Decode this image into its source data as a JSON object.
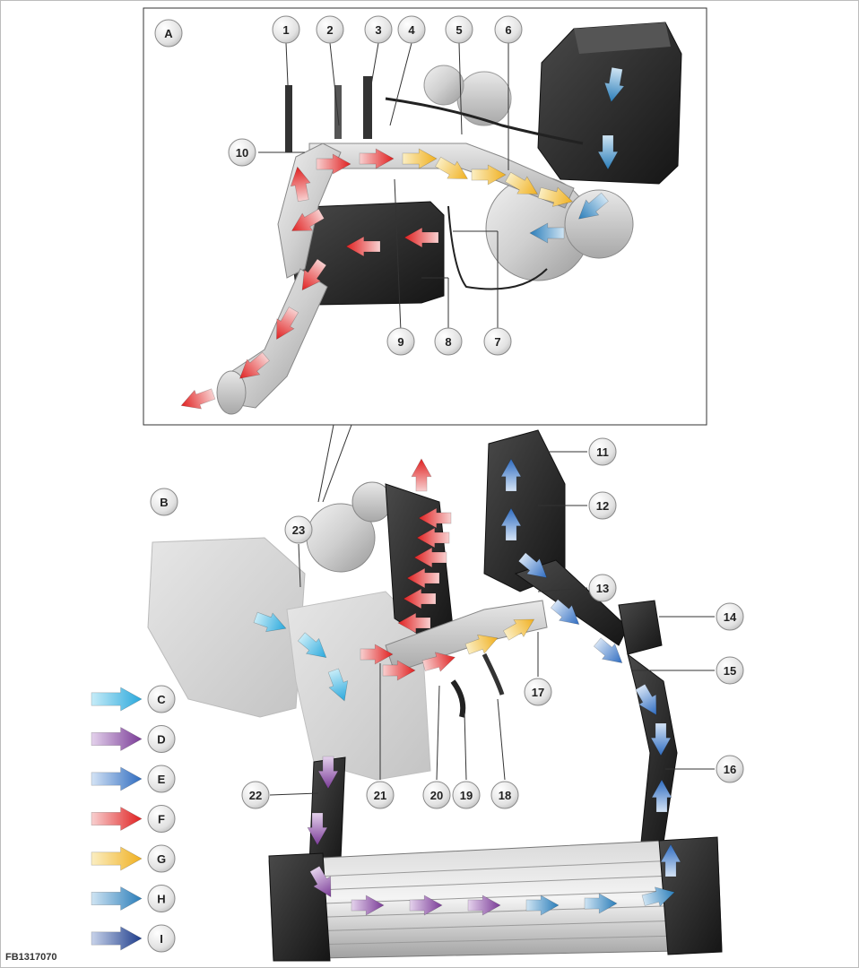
{
  "figure_code": "FB1317070",
  "views": [
    {
      "id": "view-a",
      "label": "A"
    },
    {
      "id": "view-b",
      "label": "B"
    }
  ],
  "callouts": [
    "1",
    "2",
    "3",
    "4",
    "5",
    "6",
    "7",
    "8",
    "9",
    "10",
    "11",
    "12",
    "13",
    "14",
    "15",
    "16",
    "17",
    "18",
    "19",
    "20",
    "21",
    "22",
    "23"
  ],
  "legend": [
    {
      "label": "C",
      "colors": [
        "#c6ecf8",
        "#2aa8dc"
      ]
    },
    {
      "label": "D",
      "colors": [
        "#e4d2ec",
        "#7a3b97"
      ]
    },
    {
      "label": "E",
      "colors": [
        "#d4e3f5",
        "#2f6cc0"
      ]
    },
    {
      "label": "F",
      "colors": [
        "#f8d0d0",
        "#e02020"
      ]
    },
    {
      "label": "G",
      "colors": [
        "#fbeec2",
        "#f0b020"
      ]
    },
    {
      "label": "H",
      "colors": [
        "#cfe4f3",
        "#2a7db9"
      ]
    },
    {
      "label": "I",
      "colors": [
        "#c8d3ea",
        "#1e3d8c"
      ]
    }
  ],
  "flow_colors": {
    "intake": [
      "#c6ecf8",
      "#2aa8dc"
    ],
    "compressed": [
      "#e4d2ec",
      "#7a3b97"
    ],
    "charge": [
      "#d4e3f5",
      "#2f6cc0"
    ],
    "exhaust": [
      "#f8d0d0",
      "#e02020"
    ],
    "egr": [
      "#fbeec2",
      "#f0b020"
    ],
    "mixed": [
      "#cfe4f3",
      "#2a7db9"
    ],
    "cooled": [
      "#c8d3ea",
      "#1e3d8c"
    ]
  }
}
